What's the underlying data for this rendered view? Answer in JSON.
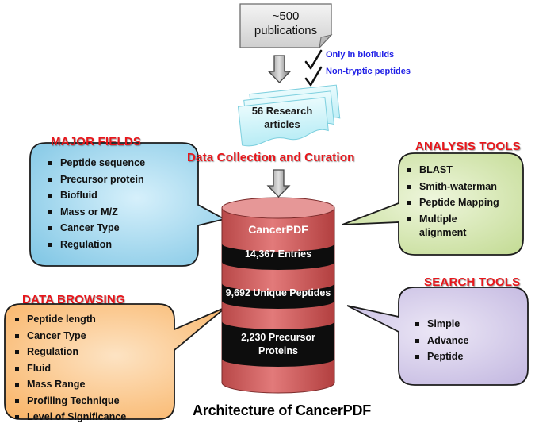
{
  "publications": {
    "line1": "~500",
    "line2": "publications"
  },
  "filters": {
    "only_biofluids": "Only in biofluids",
    "non_tryptic": "Non-tryptic peptides"
  },
  "articles": {
    "line1": "56 Research",
    "line2": "articles"
  },
  "data_collection": "Data Collection and Curation",
  "major_fields": {
    "heading": "MAJOR FIELDS",
    "items": [
      "Peptide sequence",
      "Precursor protein",
      "Biofluid",
      "Mass or M/Z",
      "Cancer Type",
      "Regulation"
    ]
  },
  "analysis_tools": {
    "heading": "ANALYSIS TOOLS",
    "items": [
      "BLAST",
      "Smith-waterman",
      "Peptide Mapping",
      "Multiple",
      "alignment"
    ]
  },
  "data_browsing": {
    "heading": "DATA BROWSING",
    "items": [
      "Peptide length",
      "Cancer Type",
      "Regulation",
      "Fluid",
      "Mass Range",
      "Profiling Technique",
      "Level of Significance"
    ]
  },
  "search_tools": {
    "heading": "SEARCH TOOLS",
    "items": [
      "Simple",
      "Advance",
      "Peptide"
    ]
  },
  "database": {
    "name": "CancerPDF",
    "entries": "14,367 Entries",
    "unique_peptides": "9,692  Unique Peptides",
    "precursor_line1": "2,230  Precursor",
    "precursor_line2": "Proteins"
  },
  "caption": "Architecture of CancerPDF",
  "colors": {
    "heading": "#e8161b",
    "filter_text": "#1f1fe6",
    "major_fields_bubble": "#a9d8ec",
    "analysis_tools_bubble": "#d8e7b5",
    "data_browsing_bubble": "#fbc88f",
    "search_tools_bubble": "#d6cdea",
    "cylinder": "#d65e5e",
    "band": "#0d0d0d"
  }
}
